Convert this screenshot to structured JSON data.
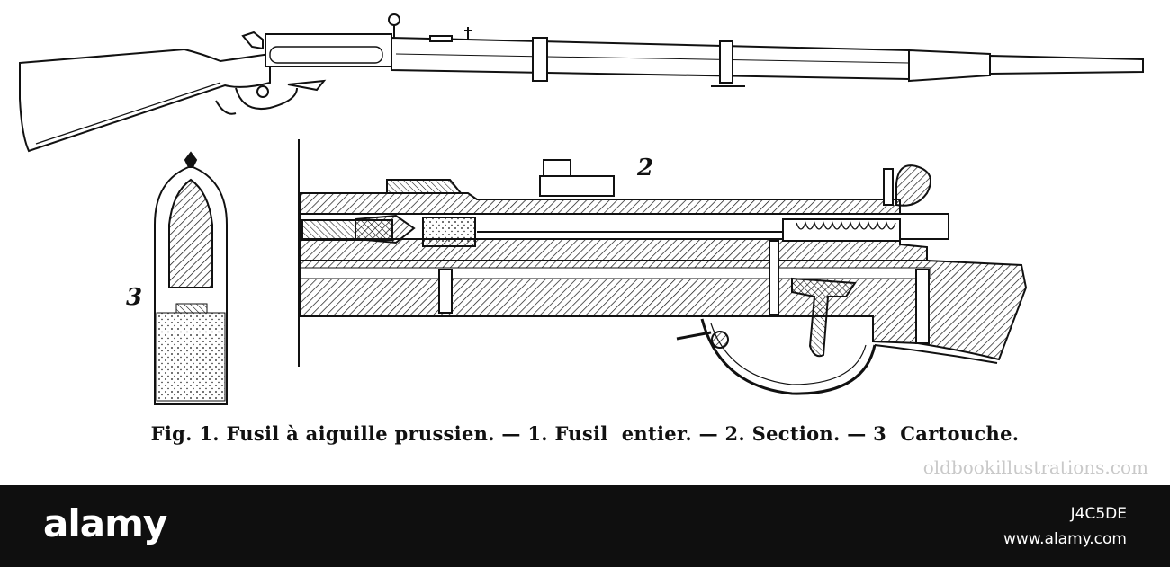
{
  "plate": {
    "label_2": "2",
    "label_3": "3",
    "caption": "Fig. 1. Fusil à aiguille prussien. — 1. Fusil  entier. — 2. Section. — 3  Cartouche.",
    "watermark": "oldbookillustrations.com"
  },
  "footer": {
    "logo": "alamy",
    "image_id": "J4C5DE",
    "site": "www.alamy.com"
  },
  "colors": {
    "ink": "#111111",
    "paper": "#ffffff",
    "footer_bg": "#0f0f0f"
  }
}
